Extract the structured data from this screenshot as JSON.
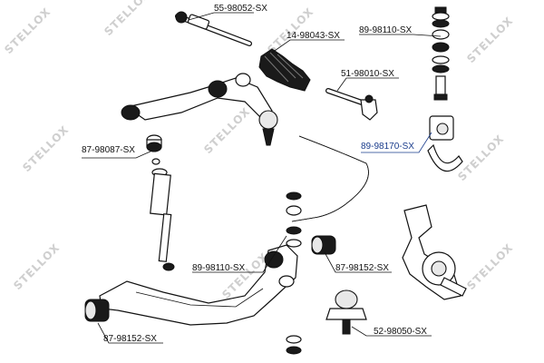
{
  "watermark": "STELLOX",
  "labels": {
    "tie_rod_inner": "55-98052-SX",
    "boot": "14-98043-SX",
    "link_kit_top": "89-98110-SX",
    "tie_rod_end": "51-98010-SX",
    "bushing_upper": "87-98087-SX",
    "stabilizer_bushing": "89-98170-SX",
    "link_kit_mid": "89-98110-SX",
    "arm_bushing_right": "87-98152-SX",
    "arm_bushing_left": "87-98152-SX",
    "ball_joint": "52-98050-SX"
  },
  "colors": {
    "highlight": "#1a3c8c",
    "watermark": "#cfcfcf"
  }
}
